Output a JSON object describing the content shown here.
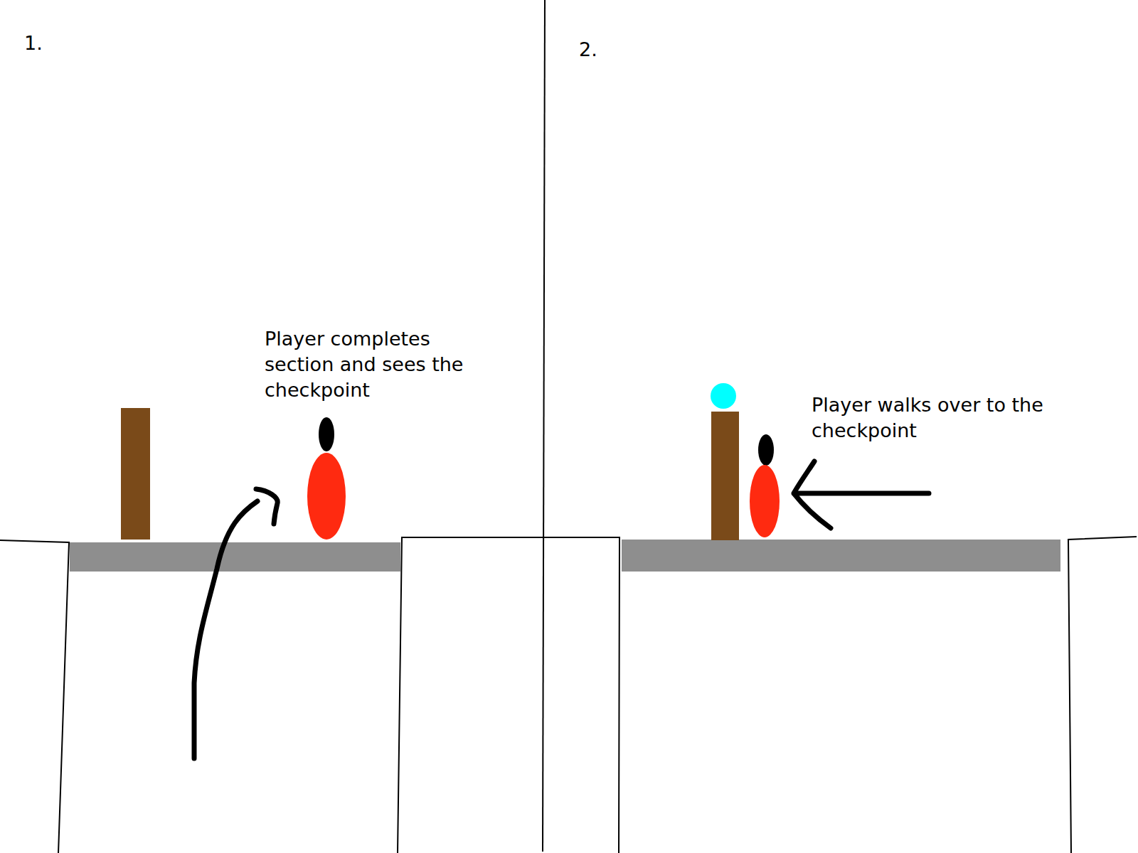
{
  "diagram": {
    "labels": [
      "1.",
      "Player completes section and sees the checkpoint",
      "2.",
      "Player walks over to the checkpoint"
    ]
  }
}
